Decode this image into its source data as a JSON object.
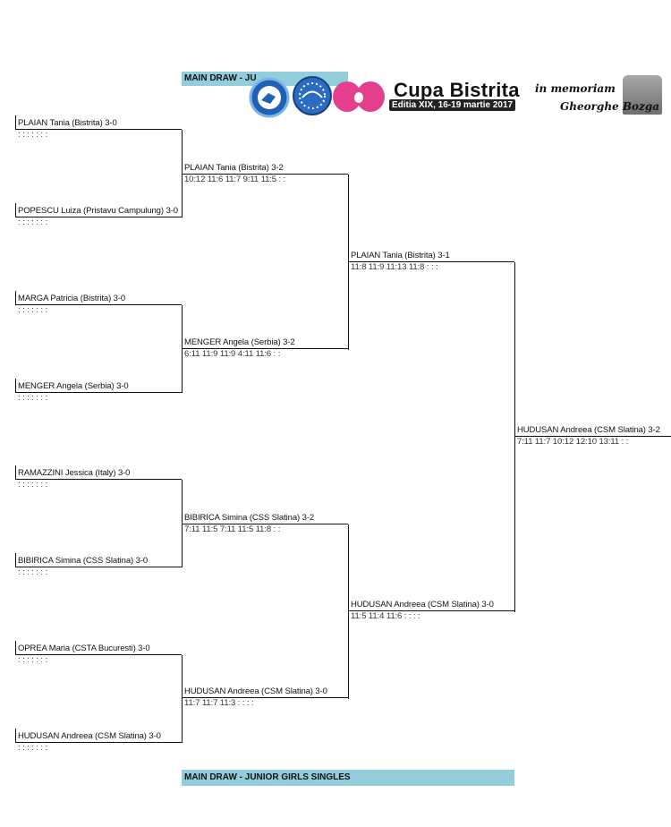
{
  "headers": {
    "top": "MAIN DRAW - JU",
    "bottom": "MAIN DRAW - JUNIOR GIRLS SINGLES"
  },
  "banner": {
    "title": "Cupa Bistrita",
    "subtitle": "Editia XIX, 16-19 martie 2017",
    "memoriam": "in memoriam",
    "memoriam_name": "Gheorghe Bozga",
    "logos": [
      "bistrita-club-logo",
      "ettu-logo",
      "table-tennis-paddles-logo"
    ],
    "colors": {
      "header_bg": "#93cddb",
      "logo_blue": "#1f62b5",
      "paddle_pink": "#e43f8c"
    }
  },
  "round1": [
    {
      "name": "PLAIAN Tania (Bistrita) 3-0",
      "score": ": : : : : : :"
    },
    {
      "name": "POPESCU Luiza (Pristavu Campulung) 3-0",
      "score": ": : : : : : :"
    },
    {
      "name": "MARGA Patricia (Bistrita) 3-0",
      "score": ": : : : : : :"
    },
    {
      "name": "MENGER Angela (Serbia) 3-0",
      "score": ": : : : : : :"
    },
    {
      "name": "RAMAZZINI Jessica (Italy) 3-0",
      "score": ": : : : : : :"
    },
    {
      "name": "BIBIRICA Simina (CSS Slatina) 3-0",
      "score": ": : : : : : :"
    },
    {
      "name": "OPREA Maria (CSTA Bucuresti) 3-0",
      "score": ": : : : : : :"
    },
    {
      "name": "HUDUSAN Andreea (CSM Slatina) 3-0",
      "score": ": : : : : : :"
    }
  ],
  "round2": [
    {
      "name": "PLAIAN Tania (Bistrita) 3-2",
      "score": "10:12 11:6 11:7 9:11 11:5 : :"
    },
    {
      "name": "MENGER Angela (Serbia) 3-2",
      "score": "6:11 11:9 11:9 4:11 11:6 : :"
    },
    {
      "name": "BIBIRICA Simina (CSS Slatina) 3-2",
      "score": "7:11 11:5 7:11 11:5 11:8 : :"
    },
    {
      "name": "HUDUSAN Andreea (CSM Slatina) 3-0",
      "score": "11:7 11:7 11:3 : : : :"
    }
  ],
  "round3": [
    {
      "name": "PLAIAN Tania (Bistrita) 3-1",
      "score": "11:8 11:9 11:13 11:8 : : :"
    },
    {
      "name": "HUDUSAN Andreea (CSM Slatina) 3-0",
      "score": "11:5 11:4 11:6 : : : :"
    }
  ],
  "round4": [
    {
      "name": "HUDUSAN Andreea (CSM Slatina) 3-2",
      "score": "7:11 11:7 10:12 12:10 13:11 : :"
    }
  ]
}
